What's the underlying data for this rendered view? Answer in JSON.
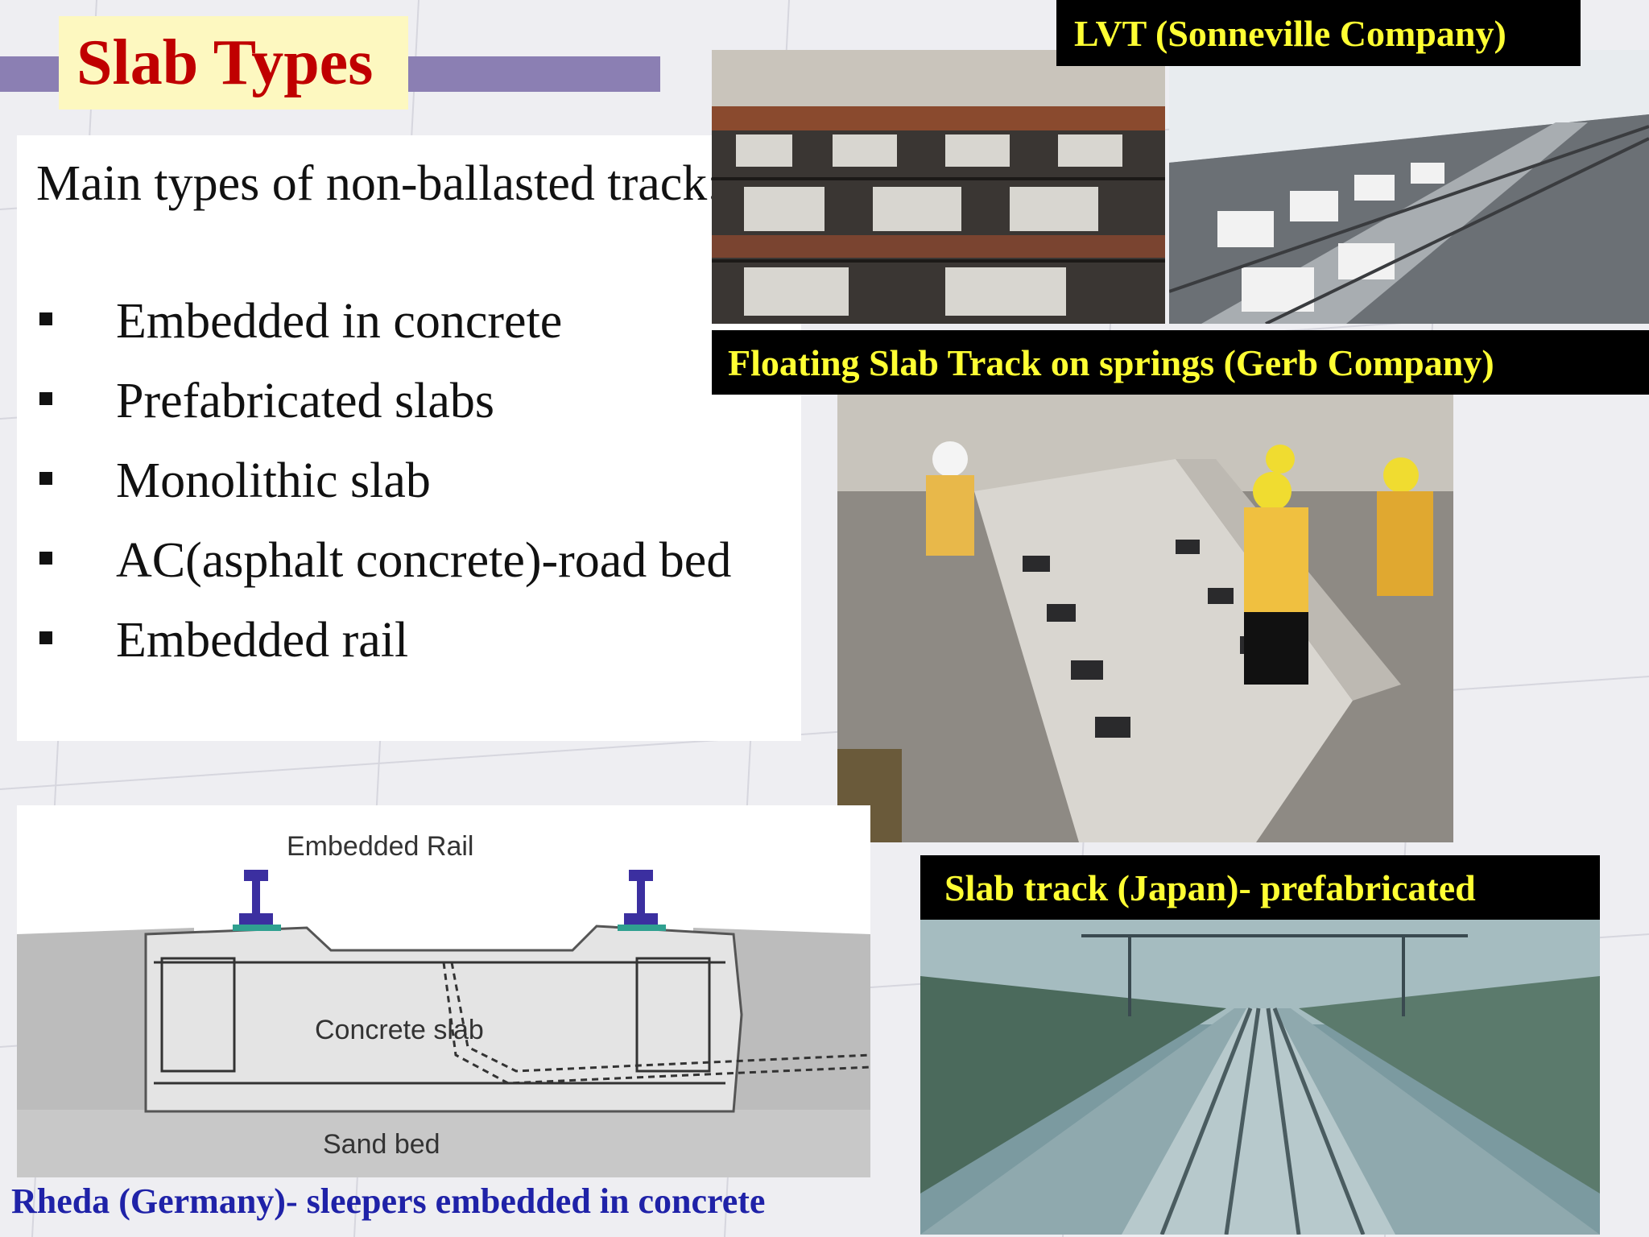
{
  "slide": {
    "title": "Slab Types",
    "intro": "Main types of non-ballasted track:",
    "bullets": [
      "Embedded in concrete",
      "Prefabricated slabs",
      "Monolithic slab",
      "AC(asphalt concrete)-road bed",
      "Embedded rail"
    ]
  },
  "images": {
    "lvt_label": "LVT (Sonneville Company)",
    "floating_label": "Floating Slab Track on springs (Gerb Company)",
    "japan_label": "Slab track (Japan)- prefabricated",
    "rheda_caption": "Rheda (Germany)- sleepers embedded in concrete"
  },
  "diagram": {
    "embedded_rail": "Embedded Rail",
    "concrete_slab": "Concrete slab",
    "sand_bed": "Sand bed"
  },
  "colors": {
    "title_text": "#c00000",
    "title_bg": "#fdf8c0",
    "label_text": "#ffff33",
    "caption_text": "#1f22a8",
    "title_band": "#8b7fb3"
  }
}
